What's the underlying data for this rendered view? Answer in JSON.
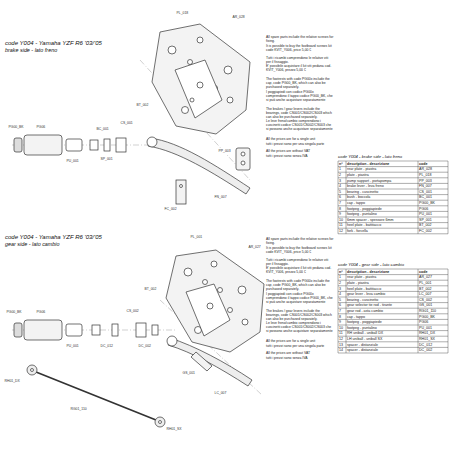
{
  "diagram": {
    "labels": [
      "code Y004 - Yamaha YZF R6 '03/'05",
      "brake side - lato freno",
      "code Y004 - Yamaha YZF R6 '03/'05",
      "gear side - lato cambio",
      "All spare parts include the relative screws for fixing.",
      "It is possible to buy the footboard screws kit code KVIT_Y006, price 5,00 €",
      "Tutti i ricambi comprendono le relative viti per il fissaggio.",
      "E' possibile acquistare il kit viti pedana cod. KVIT_Y006, prezzo 5,00 €",
      "The footrests with code PG00x include the cap, code PG00_BK, which can also be purchased separately.",
      "I poggiapiedi con codice PG00x comprendono il tappo codice PG00_BK, che si può anche acquistare separatamente",
      "The brakes / gear levers include the bearings, code CS001/CS002/CS003 which can also be purchased separately.",
      "Le leve freno/cambio comprendono i cuscinetti codice CS001/CS002/CS003 che si possono anche acquistare separatamente",
      "All the prices are for a single unit",
      "tutti i prezzi sono per una singola parte",
      "All the prices are without VAT",
      "tutti i prezzi sono senza IVA",
      "All spare parts include the relative screws for fixing.",
      "It is possible to buy the footboard screws kit code KVIT_Y006, price 5,00 €",
      "Tutti i ricambi comprendono le relative viti per il fissaggio.",
      "E' possibile acquistare il kit viti pedana cod. KVIT_Y006, prezzo 5,00 €",
      "The footrests with code PG00x include the cap, code PG00_BK, which can also be purchased separately.",
      "I poggiapiedi con codice PG00x comprendono il tappo codice PG00_BK, che si può anche acquistare separatamente",
      "The brakes / gear levers include the bearings, code CS001/CS002/CS003 which can also be purchased separately.",
      "Le leve freno/cambio comprendono i cuscinetti codice CS001/CS002/CS003 che si possono anche acquistare separatamente",
      "All the prices are for a single unit",
      "tutti i prezzi sono per una singola parte",
      "All the prices are without VAT",
      "tutti i prezzi sono senza IVA",
      "code Y004 - brake side - lato freno",
      "n°",
      "description - descrizione",
      "code",
      "1",
      "rear plate - piastra",
      "AR_028",
      "2",
      "plate - piastra",
      "PL_018",
      "3",
      "pump support - portapompa",
      "PP_003",
      "4",
      "brake lever - leva freno",
      "FN_007",
      "5",
      "bearing - cuscinetto",
      "CS_001",
      "6",
      "bush - boccola",
      "BC_001",
      "7",
      "cap - tappo",
      "PG00_BK",
      "8",
      "footpeg - poggiapiede",
      "PG06",
      "9",
      "footpeg - puntalino",
      "PU_001",
      "10",
      "6mm spacer - spessore 6mm",
      "SP_001",
      "11",
      "heel plate - battitacco",
      "BT_002",
      "12",
      "fork - forcella",
      "FC_002",
      "code Y004 - gear side - lato cambio",
      "n°",
      "description - descrizione",
      "code",
      "1",
      "rear plate - piastra",
      "AR_027",
      "2",
      "plate - piastra",
      "PL_001",
      "3",
      "heel plate - battitacco",
      "BT_002",
      "4",
      "gear lever - leva cambio",
      "LC_007",
      "5",
      "bearing - cuscinetto",
      "CS_002",
      "6",
      "gear selector tie rod - tirante",
      "GS_001",
      "7",
      "gear rod - asta cambio",
      "RG01_110",
      "8",
      "cap - tappo",
      "PG00_BK",
      "9",
      "footpeg - poggiapiede",
      "PG06",
      "10",
      "footpeg - puntalino",
      "PU_001",
      "11",
      "RH uniball - uniball DX",
      "RH01_DX",
      "12",
      "LH uniball - uniball SX",
      "RH01_SX",
      "13",
      "spacer - distanziale",
      "DC_012",
      "14",
      "spacer - distanziale",
      "DC_002",
      "AR_028",
      "PL_018",
      "PP_003",
      "FN_007",
      "CS_001",
      "BC_001",
      "PG00_BK",
      "PG06",
      "PU_001",
      "SP_001",
      "BT_002",
      "FC_002",
      "AR_027",
      "PL_001",
      "BT_002",
      "LC_007",
      "CS_002",
      "GS_001",
      "RG01_110",
      "PG00_BK",
      "PG06",
      "PU_001",
      "RH01_DX",
      "RH01_SX",
      "DC_012",
      "DC_002"
    ]
  }
}
